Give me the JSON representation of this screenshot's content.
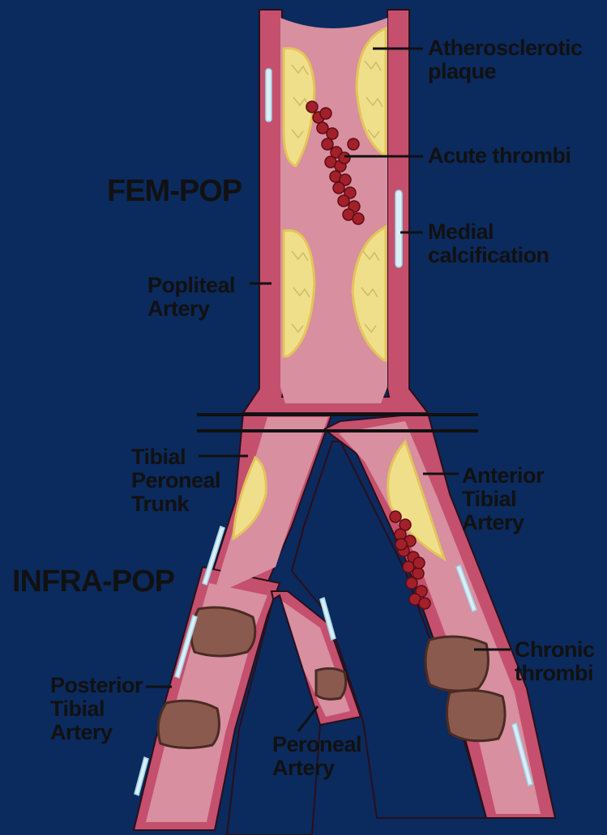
{
  "sections": {
    "fem_pop": "FEM-POP",
    "infra_pop": "INFRA-POP"
  },
  "labels": {
    "atherosclerotic_plaque": [
      "Atherosclerotic",
      "plaque"
    ],
    "acute_thrombi": [
      "Acute thrombi"
    ],
    "medial_calcification": [
      "Medial",
      "calcification"
    ],
    "popliteal_artery": [
      "Popliteal",
      "Artery"
    ],
    "tibial_peroneal_trunk": [
      "Tibial",
      "Peroneal",
      "Trunk"
    ],
    "anterior_tibial_artery": [
      "Anterior",
      "Tibial",
      "Artery"
    ],
    "chronic_thrombi": [
      "Chronic",
      "thrombi"
    ],
    "posterior_tibial_artery": [
      "Posterior",
      "Tibial",
      "Artery"
    ],
    "peroneal_artery": [
      "Peroneal",
      "Artery"
    ]
  },
  "colors": {
    "background": "#0b2a5e",
    "vessel_wall": "#c4506e",
    "lumen": "#d88fa0",
    "plaque": "#f0df8a",
    "acute_thrombus": "#a3202a",
    "chronic_thrombus": "#8a5a4e",
    "calcification": "#dceef5"
  }
}
